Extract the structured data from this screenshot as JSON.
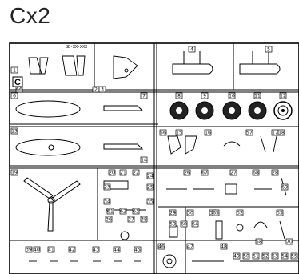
{
  "sheet": {
    "title": "Cx2",
    "sprue_letter": "C",
    "sprue_code": "BB-XX-XXX"
  },
  "part_numbers": {
    "p1": "1",
    "p2": "2",
    "p3": "3",
    "p4": "4",
    "p5": "5",
    "p6": "6",
    "p7": "7",
    "p8": "8",
    "p9": "9",
    "p10": "10",
    "p11": "11",
    "p12": "12",
    "p13": "13",
    "p14": "14",
    "p15": "15",
    "p16": "16",
    "p17": "17",
    "p18": "18",
    "p19": "19",
    "p20": "20",
    "p21": "21",
    "p22": "22",
    "p23": "23",
    "p24": "24",
    "p25": "25",
    "p26": "26",
    "p27": "27",
    "p28": "28",
    "p29": "29",
    "p30": "30",
    "p31": "31",
    "p32": "32",
    "p33": "33",
    "p34": "34",
    "p35": "35",
    "p36": "36",
    "p37": "37",
    "p38": "38",
    "p39": "39",
    "p40": "40",
    "p41": "41",
    "p42": "42",
    "p43": "43",
    "p44": "44",
    "p45": "45",
    "p46": "46",
    "p47": "47",
    "p48": "48",
    "p49": "49",
    "p50": "50",
    "p51": "51",
    "p52": "52",
    "p53": "53",
    "p54": "54",
    "p55": "55",
    "p56": "56",
    "p57": "57",
    "p58": "58",
    "p59": "59",
    "p60": "60",
    "p61": "61",
    "p62": "62",
    "p63": "63",
    "p64": "64",
    "p65": "65",
    "p66": "66",
    "p67": "67",
    "p68": "68",
    "p69": "69",
    "p70": "70"
  }
}
